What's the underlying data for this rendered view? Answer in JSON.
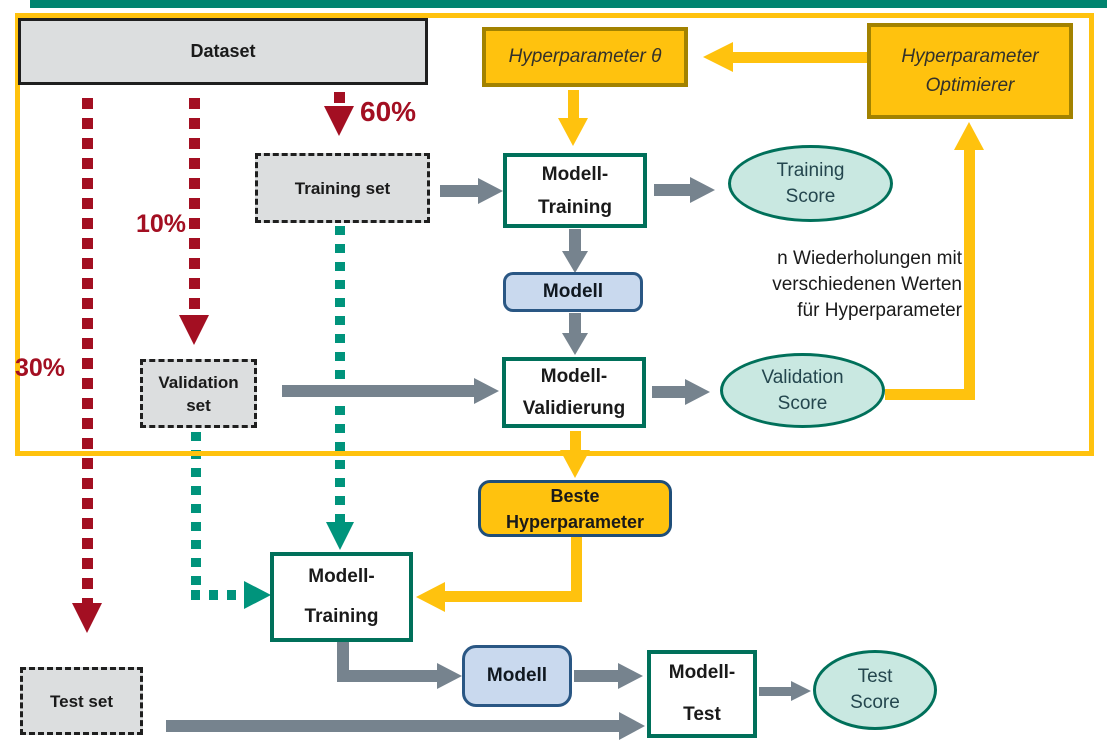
{
  "colors": {
    "teal_line": "#00846F",
    "teal_border": "#00705A",
    "teal_arrow": "#00947C",
    "yellow": "#FFC20E",
    "gold_border": "#A28200",
    "dark_red": "#A30F22",
    "gray_arrow": "#76838E",
    "gray_fill": "#DCDEDF",
    "blue_fill": "#C9D9EE",
    "blue_border": "#2A5784",
    "ellipse_fill": "#C9E8E1",
    "navy_border": "#1F4E79"
  },
  "nodes": {
    "dataset": {
      "label": "Dataset"
    },
    "training_set": {
      "label": "Training set"
    },
    "validation_set": {
      "line1": "Validation",
      "line2": "set"
    },
    "test_set": {
      "label": "Test set"
    },
    "model_training_1": {
      "line1": "Modell-",
      "line2": "Training"
    },
    "training_score": {
      "line1": "Training",
      "line2": "Score"
    },
    "model_1": {
      "label": "Modell"
    },
    "model_validation": {
      "line1": "Modell-",
      "line2": "Validierung"
    },
    "validation_score": {
      "line1": "Validation",
      "line2": "Score"
    },
    "hyperparameter_theta": {
      "label": "Hyperparameter θ"
    },
    "hyperparameter_optimizer": {
      "line1": "Hyperparameter",
      "line2": "Optimierer"
    },
    "best_hyperparameter": {
      "line1": "Beste",
      "line2": "Hyperparameter"
    },
    "model_training_2": {
      "line1": "Modell-",
      "line2": "Training"
    },
    "model_2": {
      "label": "Modell"
    },
    "model_test": {
      "line1": "Modell-",
      "line2": "Test"
    },
    "test_score": {
      "line1": "Test",
      "line2": "Score"
    }
  },
  "labels": {
    "pct60": "60%",
    "pct10": "10%",
    "pct30": "30%"
  },
  "note": {
    "line1": "n Wiederholungen mit",
    "line2": "verschiedenen Werten",
    "line3": "für Hyperparameter"
  }
}
